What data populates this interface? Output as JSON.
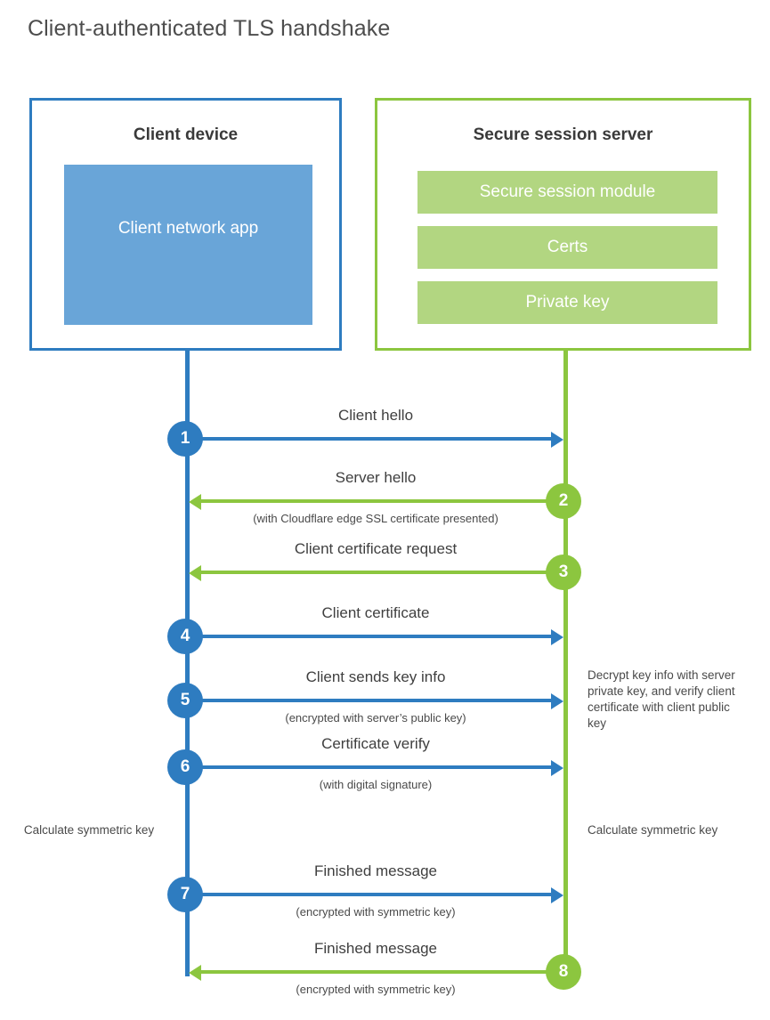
{
  "title": "Client-authenticated TLS handshake",
  "colors": {
    "client_blue": "#2e7cc0",
    "client_app_fill": "#69a5d8",
    "server_green": "#8cc63f",
    "server_block_fill": "#b2d681",
    "text": "#4a4a4a"
  },
  "participants": {
    "client": {
      "heading": "Client device",
      "block": "Client network app"
    },
    "server": {
      "heading": "Secure session server",
      "blocks": [
        "Secure session module",
        "Certs",
        "Private key"
      ]
    }
  },
  "messages": [
    {
      "step": "1",
      "direction": "client-to-server",
      "label": "Client hello",
      "sub": ""
    },
    {
      "step": "2",
      "direction": "server-to-client",
      "label": "Server hello",
      "sub": "(with Cloudflare edge SSL certificate presented)"
    },
    {
      "step": "3",
      "direction": "server-to-client",
      "label": "Client certificate request",
      "sub": ""
    },
    {
      "step": "4",
      "direction": "client-to-server",
      "label": "Client certificate",
      "sub": ""
    },
    {
      "step": "5",
      "direction": "client-to-server",
      "label": "Client sends key info",
      "sub": "(encrypted with server’s public key)"
    },
    {
      "step": "6",
      "direction": "client-to-server",
      "label": "Certificate verify",
      "sub": "(with digital signature)"
    },
    {
      "step": "7",
      "direction": "client-to-server",
      "label": "Finished message",
      "sub": "(encrypted with symmetric key)"
    },
    {
      "step": "8",
      "direction": "server-to-client",
      "label": "Finished message",
      "sub": "(encrypted with symmetric key)"
    }
  ],
  "annotations": {
    "decrypt_note": "Decrypt key info with server private key, and verify client certificate with client public key",
    "calculate_client": "Calculate symmetric key",
    "calculate_server": "Calculate symmetric key"
  }
}
